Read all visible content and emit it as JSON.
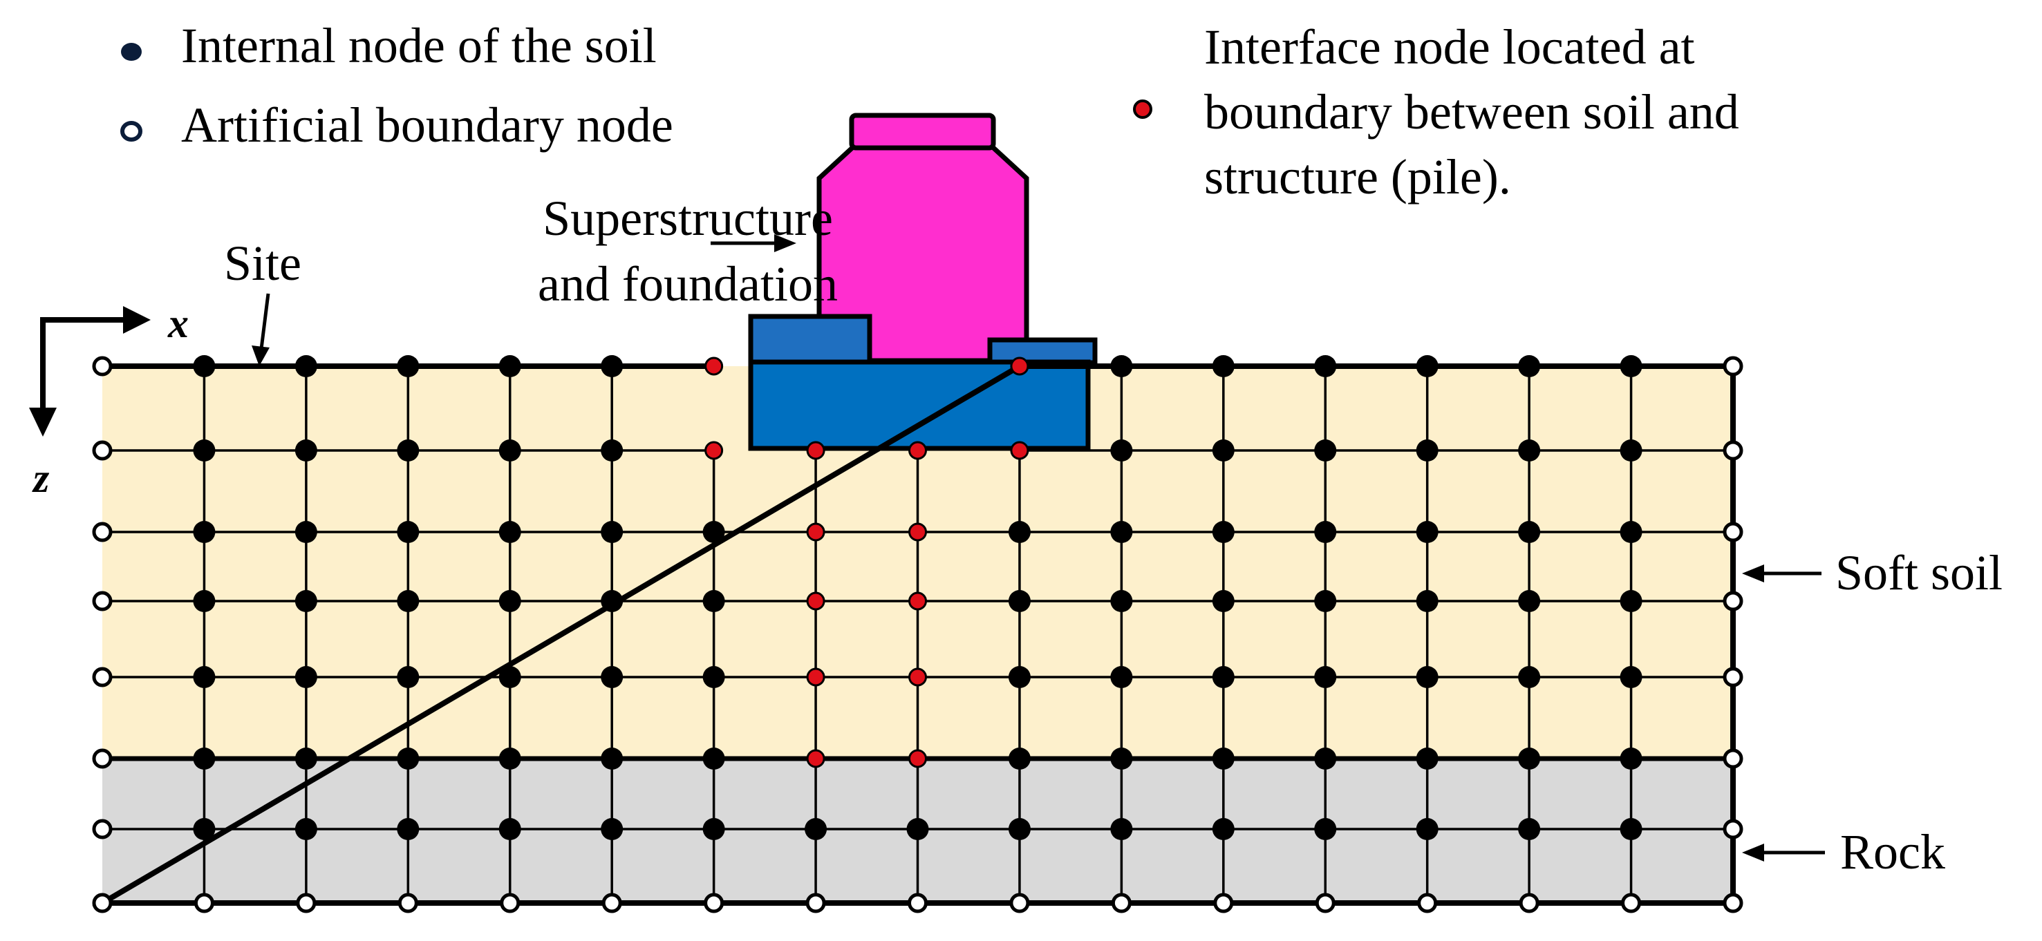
{
  "legend": {
    "internal_node": "Internal  node of the soil",
    "boundary_node": "Artificial boundary node",
    "interface_node": [
      "Interface node located at",
      "boundary  between soil and",
      "structure (pile)."
    ]
  },
  "labels": {
    "superstructure": [
      "Superstructure",
      "and foundation"
    ],
    "site": "Site",
    "soft_soil": "Soft soil",
    "rock": "Rock"
  },
  "axes": {
    "x": "x",
    "z": "z"
  },
  "colors": {
    "soft_soil_fill": "#fdf0cc",
    "rock_fill": "#d9d9d9",
    "superstructure_fill": "#ff2ecf",
    "foundation_fill": "#0070c0",
    "foundation_side_fill": "#1f6fc0",
    "internal_node": "#000000",
    "boundary_node": "#ffffff",
    "interface_node": "#e0101a"
  },
  "mesh": {
    "columns": 16,
    "rows": 7,
    "soft_soil_rows": 5,
    "rock_rows": 2
  }
}
